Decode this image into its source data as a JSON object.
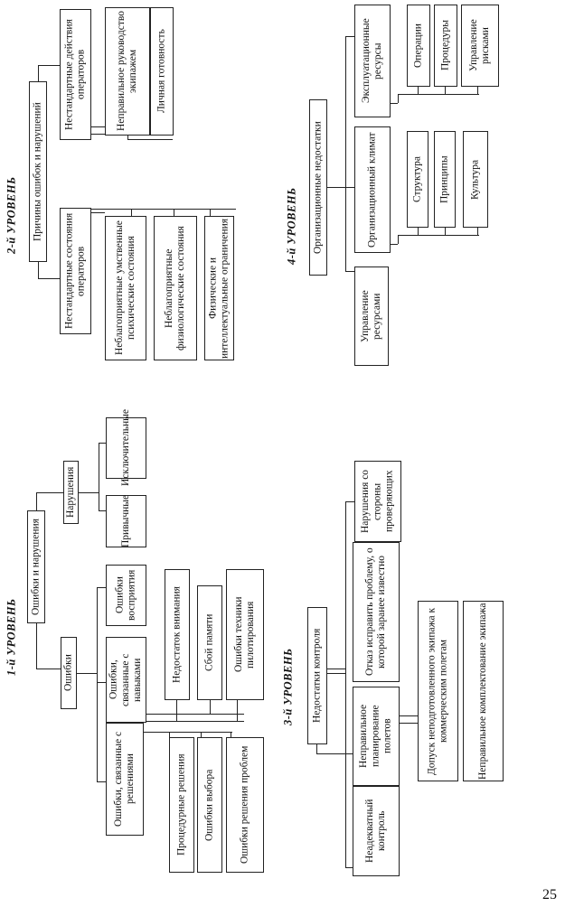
{
  "page_number": "25",
  "level1": {
    "heading": "1-й УРОВЕНЬ",
    "root": "Ошибки и нарушения",
    "errors": "Ошибки",
    "violations": "Нарушения",
    "err_decisions": "Ошибки, связанные с решениями",
    "err_skills": "Ошибки, связанные с навыками",
    "err_perception": "Ошибки восприятия",
    "proc_decisions": "Процедурные решения",
    "choice_errors": "Ошибки выбора",
    "problem_solving": "Ошибки решения проблем",
    "attention": "Недостаток внимания",
    "memory": "Сбой памяти",
    "technique": "Ошибки техники пилотирования",
    "habitual": "Привычные",
    "exceptional": "Исключительные"
  },
  "level2": {
    "heading": "2-й УРОВЕНЬ",
    "root": "Причины ошибок и нарушений",
    "op_conditions": "Нестандартные состояния операторов",
    "op_actions": "Нестандартные действия операторов",
    "mental": "Неблагоприятные умственные психические состояния",
    "physio": "Неблагоприятные физиологические состояния",
    "limits": "Физические и интеллектуальные ограничения",
    "crew_mgmt": "Неправильное руководство экипажем",
    "readiness": "Личная готовность"
  },
  "level3": {
    "heading": "3-й УРОВЕНЬ",
    "root": "Недостатки контроля",
    "inadequate": "Неадекватный контроль",
    "planning": "Неправильное планирование полетов",
    "fix_failure": "Отказ исправить проблему, о которой заранее известно",
    "violations": "Нарушения со стороны проверяющих",
    "unprepared": "Допуск неподготовленного экипажа к коммерческим полетам",
    "staffing": "Неправильное комплектование экипажа"
  },
  "level4": {
    "heading": "4-й УРОВЕНЬ",
    "root": "Организационные недостатки",
    "resources": "Управление ресурсами",
    "climate": "Организационный климат",
    "ops": "Эксплуатационные ресурсы",
    "structure": "Структура",
    "principles": "Принципы",
    "culture": "Культура",
    "operations": "Операции",
    "procedures": "Процедуры",
    "risk": "Управление рисками"
  }
}
